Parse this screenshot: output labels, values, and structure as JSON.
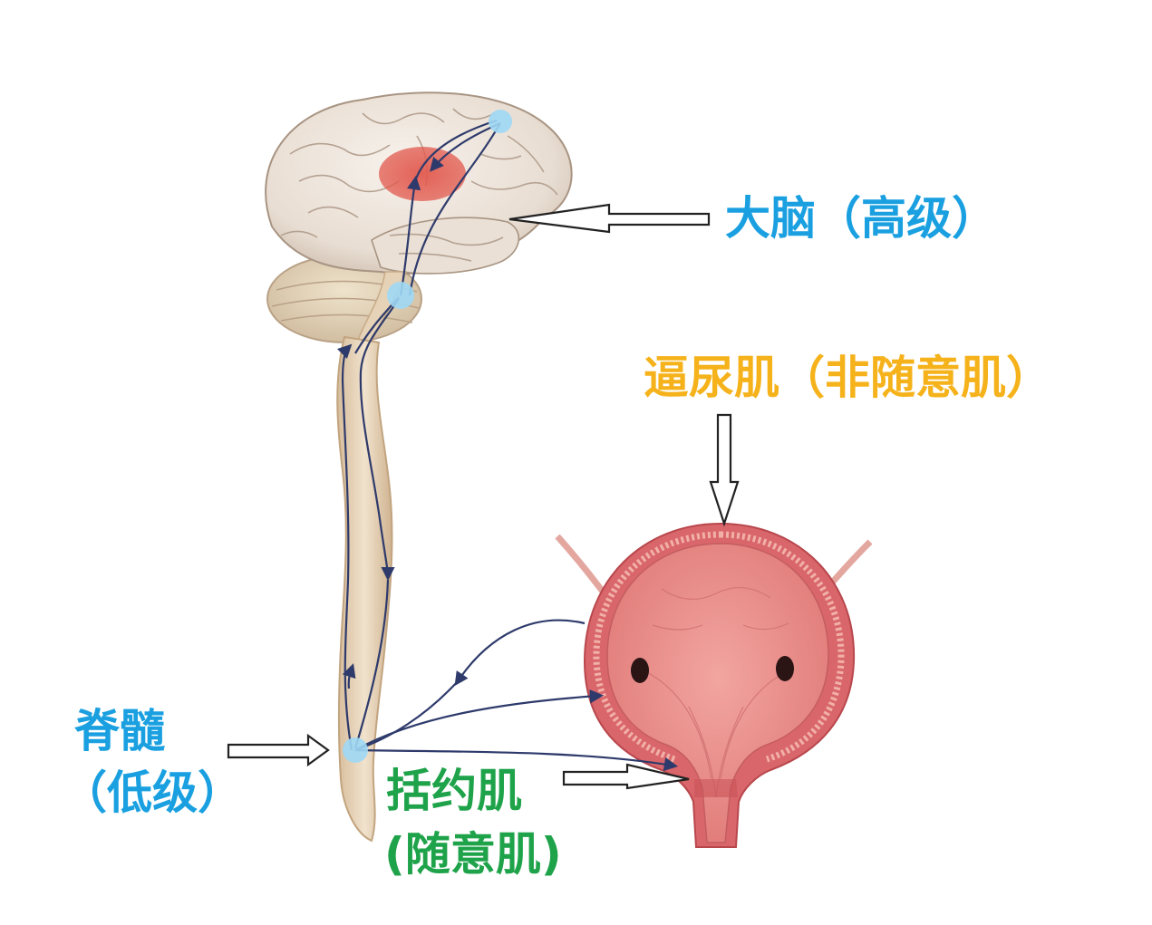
{
  "labels": {
    "brain": "大脑（高级）",
    "detrusor": "逼尿肌（非随意肌）",
    "spinal_line1": "脊髓",
    "spinal_line2": "（低级）",
    "sphincter_line1": "括约肌",
    "sphincter_line2": "(随意肌)"
  },
  "colors": {
    "brain_label": "#1aa0e0",
    "detrusor_label": "#f5b21a",
    "spinal_label": "#1aa0e0",
    "sphincter_label": "#1fa34a",
    "nerve_path": "#2e3a6b",
    "node": "#9fd8f5",
    "cortex_center": "#e0574f",
    "bladder_wall": "#d9666a",
    "bladder_inner": "#ec8f8c",
    "spine": "#e6d2b6",
    "brain": "#ece4dc"
  }
}
